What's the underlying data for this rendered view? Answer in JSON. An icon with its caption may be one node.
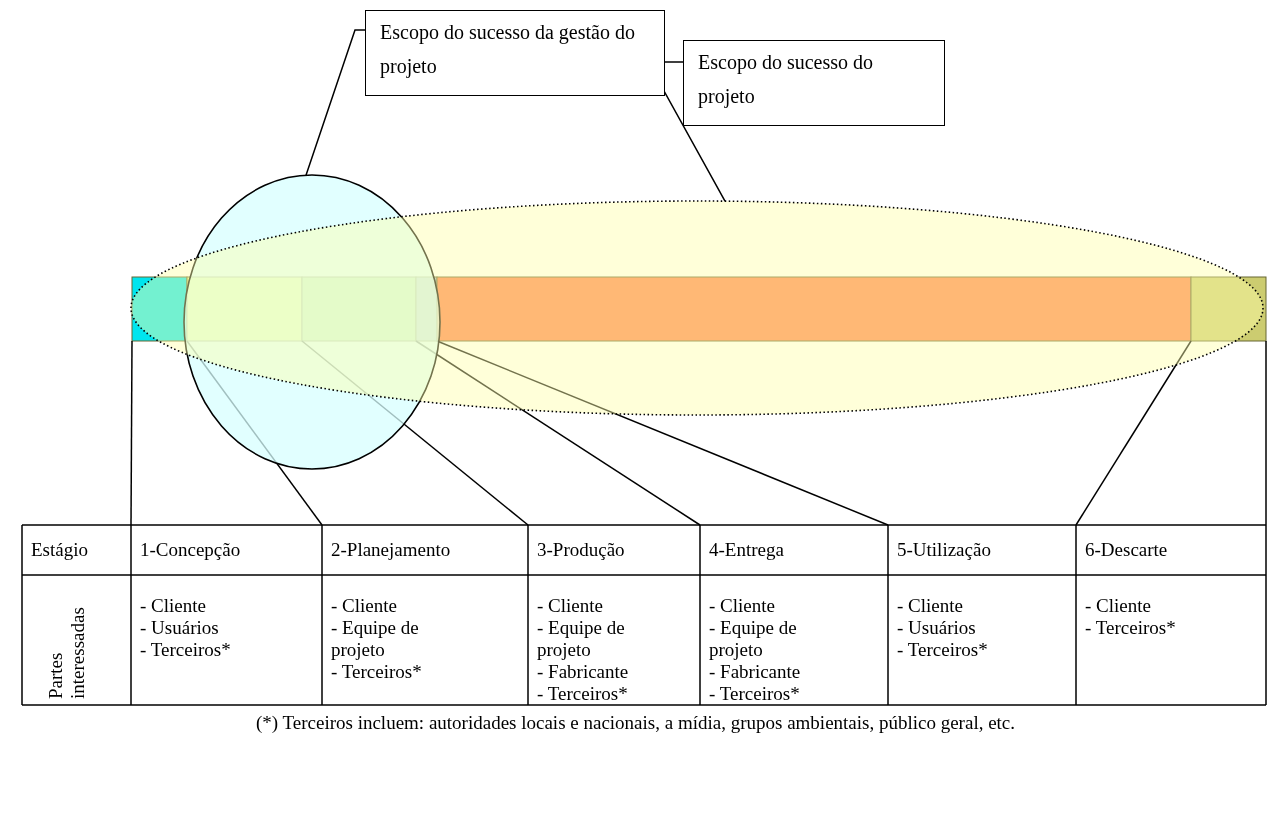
{
  "diagram": {
    "caption": "(*) Terceiros incluem: autoridades locais e nacionais, a mídia, grupos ambientais, público geral, etc.",
    "nodes": [
      {
        "text": [
          "Escopo do sucesso da gestão do projeto"
        ]
      },
      {
        "text": [
          "Escopo do sucesso do projeto"
        ]
      },
      {
        "text": [],
        "shape": "ellipse"
      },
      {
        "text": [],
        "shape": "ellipse"
      }
    ],
    "edges": [
      {
        "from": 0,
        "to": 2,
        "arrow": "none"
      },
      {
        "from": 1,
        "to": 3,
        "arrow": "none"
      }
    ],
    "labels": [
      "Estágio",
      "1-Concepção",
      "2-Planejamento",
      "3-Produção",
      "4-Entrega",
      "5-Utilização",
      "6-Descarte",
      "Partes interessadas",
      "- Cliente",
      "- Usuários",
      "- Terceiros*",
      "- Cliente",
      "- Equipe de projeto",
      "- Terceiros*",
      "- Cliente",
      "- Equipe de projeto",
      "- Fabricante",
      "- Terceiros*",
      "- Cliente",
      "- Equipe de projeto",
      "- Fabricante",
      "- Terceiros*",
      "- Cliente",
      "- Usuários",
      "- Terceiros*",
      "- Cliente",
      "- Terceiros*"
    ]
  }
}
